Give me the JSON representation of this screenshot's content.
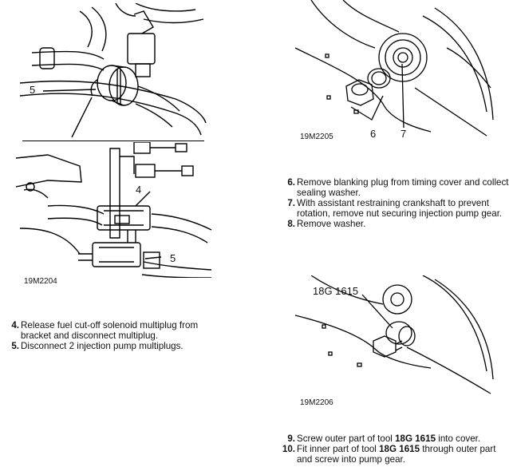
{
  "figures": {
    "top_left": {
      "callout": "5"
    },
    "mid_left": {
      "code": "19M2204",
      "callout_a": "4",
      "callout_b": "5"
    },
    "top_right": {
      "code": "19M2205",
      "callout_a": "6",
      "callout_b": "7"
    },
    "mid_right": {
      "code": "19M2206",
      "tool_label": "18G 1615"
    }
  },
  "steps_left": [
    {
      "num": "4.",
      "text": "Release fuel cut-off solenoid multiplug from bracket and disconnect multiplug."
    },
    {
      "num": "5.",
      "text": "Disconnect 2 injection pump multiplugs."
    }
  ],
  "steps_right_a": [
    {
      "num": "6.",
      "text": "Remove blanking plug from timing cover and collect sealing washer."
    },
    {
      "num": "7.",
      "text": "With assistant restraining crankshaft to prevent rotation, remove nut securing injection pump gear."
    },
    {
      "num": "8.",
      "text": "Remove washer."
    }
  ],
  "steps_right_b": [
    {
      "num": "9.",
      "pre": "Screw outer part of tool ",
      "tool": "18G 1615",
      "post": "  into cover."
    },
    {
      "num": "10.",
      "pre": "Fit inner part of tool ",
      "tool": "18G 1615",
      "post": "  through outer part and screw into pump gear."
    }
  ]
}
